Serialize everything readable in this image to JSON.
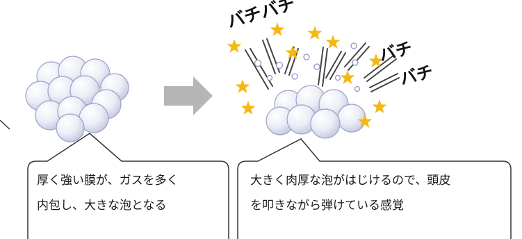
{
  "sound_effect": {
    "top": "バチバチ",
    "right_upper": "バチ",
    "right_lower": "バチ"
  },
  "captions": {
    "left": {
      "line1": "厚く強い膜が、ガスを多く",
      "line2": "内包し、大きな泡となる"
    },
    "right": {
      "line1": "大きく肉厚な泡がはじけるので、頭皮",
      "line2": "を叩きながら弾けている感覚"
    }
  },
  "colors": {
    "bubble_fill": "#e9ebf5",
    "bubble_stroke": "#9aa2c6",
    "arrow": "#b5b5b5",
    "star": "#f4b816",
    "callout_stroke": "#333333"
  }
}
